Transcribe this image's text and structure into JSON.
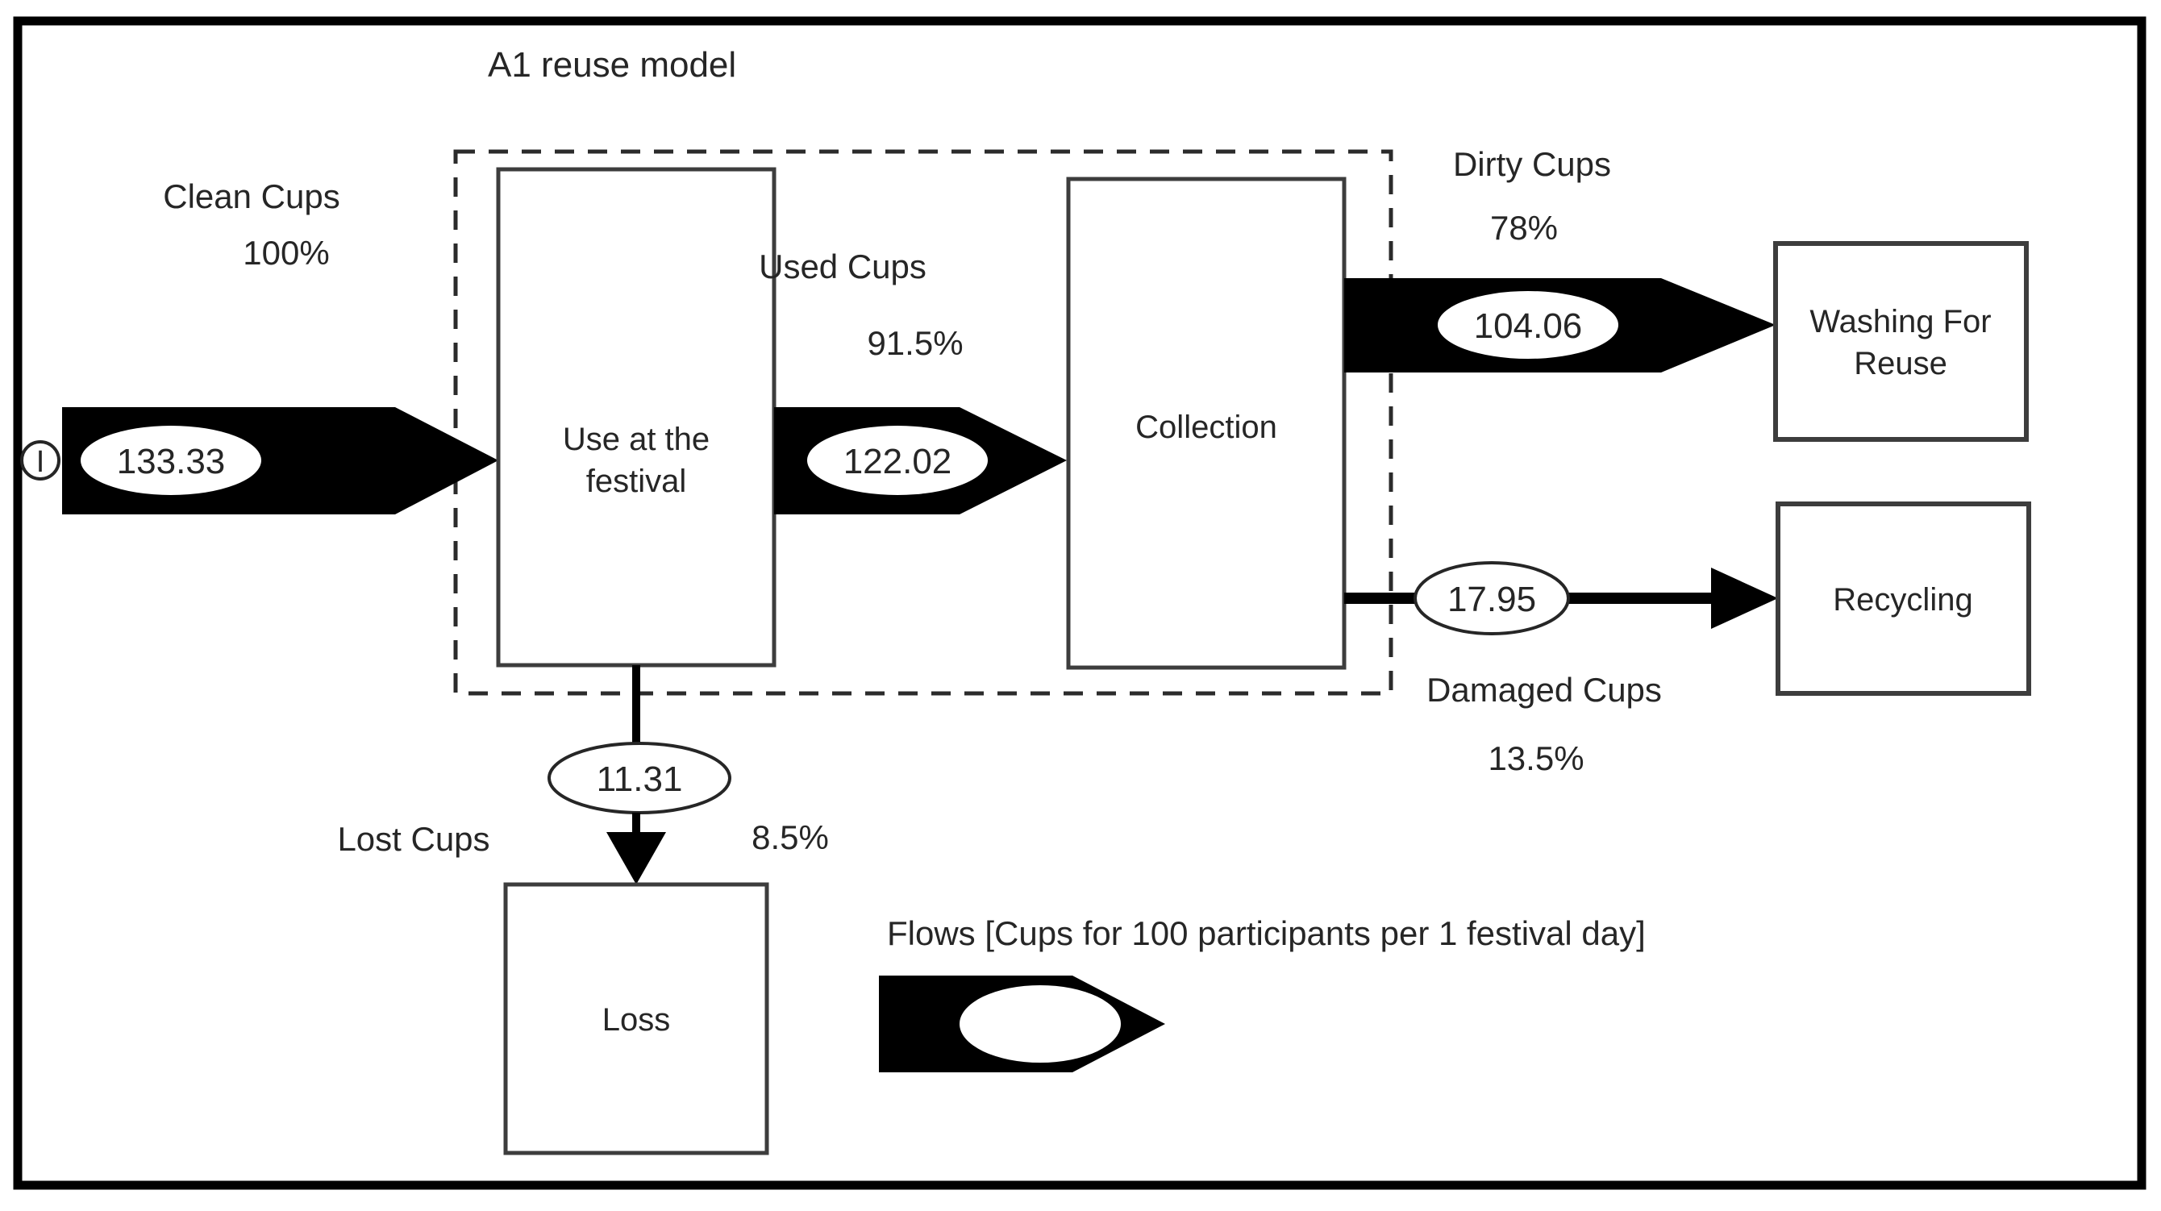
{
  "diagram": {
    "title": "A1 reuse model",
    "source_marker": "I",
    "nodes": {
      "use_at_festival": {
        "line1": "Use at the",
        "line2": "festival"
      },
      "collection": {
        "label": "Collection"
      },
      "washing": {
        "line1": "Washing For",
        "line2": "Reuse"
      },
      "recycling": {
        "label": "Recycling"
      },
      "loss": {
        "label": "Loss"
      }
    },
    "flows": {
      "clean": {
        "label": "Clean Cups",
        "percent": "100%",
        "value": "133.33"
      },
      "used": {
        "label": "Used Cups",
        "percent": "91.5%",
        "value": "122.02"
      },
      "dirty": {
        "label": "Dirty Cups",
        "percent": "78%",
        "value": "104.06"
      },
      "damaged": {
        "label": "Damaged Cups",
        "percent": "13.5%",
        "value": "17.95"
      },
      "lost": {
        "label": "Lost Cups",
        "percent": "8.5%",
        "value": "11.31"
      }
    },
    "legend": {
      "label": "Flows  [Cups for 100 participants per 1 festival day]"
    },
    "colors": {
      "flow_fill": "#000000",
      "box_stroke": "#3d3d3d",
      "text": "#262626",
      "background": "#ffffff"
    }
  }
}
